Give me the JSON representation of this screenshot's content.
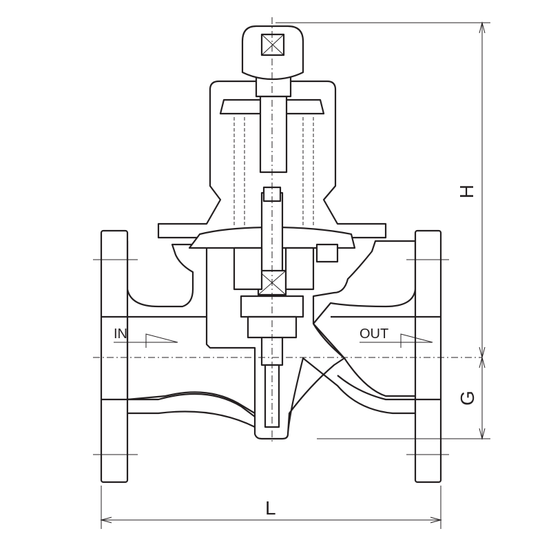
{
  "labels": {
    "inlet": "IN",
    "outlet": "OUT",
    "height_total": "H",
    "height_center": "G",
    "length": "L"
  },
  "colors": {
    "line": "#231f20",
    "background": "#ffffff"
  }
}
